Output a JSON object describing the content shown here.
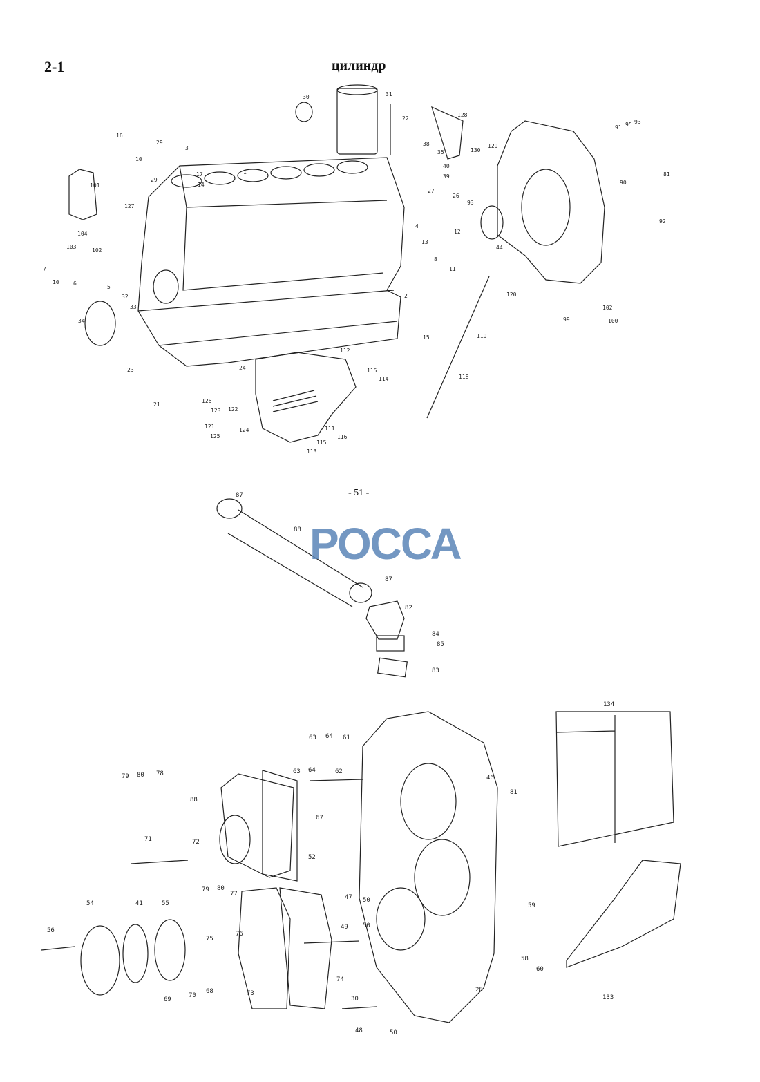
{
  "header": {
    "section": "2-1",
    "title": "цилиндр"
  },
  "footer": {
    "page_number": "- 51 -"
  },
  "watermark": {
    "text": "РОССА",
    "color": "#5b86b8"
  },
  "top_diagram": {
    "labels": [
      "30",
      "31",
      "22",
      "128",
      "16",
      "29",
      "10",
      "3",
      "17",
      "29",
      "14",
      "1",
      "101",
      "127",
      "38",
      "35",
      "40",
      "39",
      "129",
      "130",
      "91",
      "95",
      "93",
      "90",
      "81",
      "92",
      "27",
      "26",
      "93",
      "12",
      "44",
      "4",
      "13",
      "8",
      "11",
      "120",
      "119",
      "118",
      "99",
      "102",
      "15",
      "112",
      "115",
      "114",
      "111",
      "116",
      "115",
      "113",
      "126",
      "123",
      "122",
      "121",
      "125",
      "124",
      "23",
      "21",
      "24",
      "34",
      "7",
      "10",
      "6",
      "5",
      "32",
      "33",
      "103",
      "104",
      "102",
      "100",
      "2"
    ]
  },
  "middle_diagram": {
    "labels": [
      "87",
      "88",
      "87",
      "82",
      "84",
      "85",
      "83"
    ]
  },
  "bottom_diagram": {
    "labels": [
      "134",
      "63",
      "64",
      "61",
      "79",
      "80",
      "78",
      "63",
      "64",
      "62",
      "46",
      "81",
      "88",
      "67",
      "71",
      "72",
      "52",
      "47",
      "50",
      "79",
      "80",
      "77",
      "54",
      "41",
      "55",
      "56",
      "75",
      "76",
      "49",
      "50",
      "59",
      "58",
      "60",
      "28",
      "30",
      "73",
      "74",
      "69",
      "70",
      "68",
      "48",
      "50",
      "133"
    ]
  }
}
